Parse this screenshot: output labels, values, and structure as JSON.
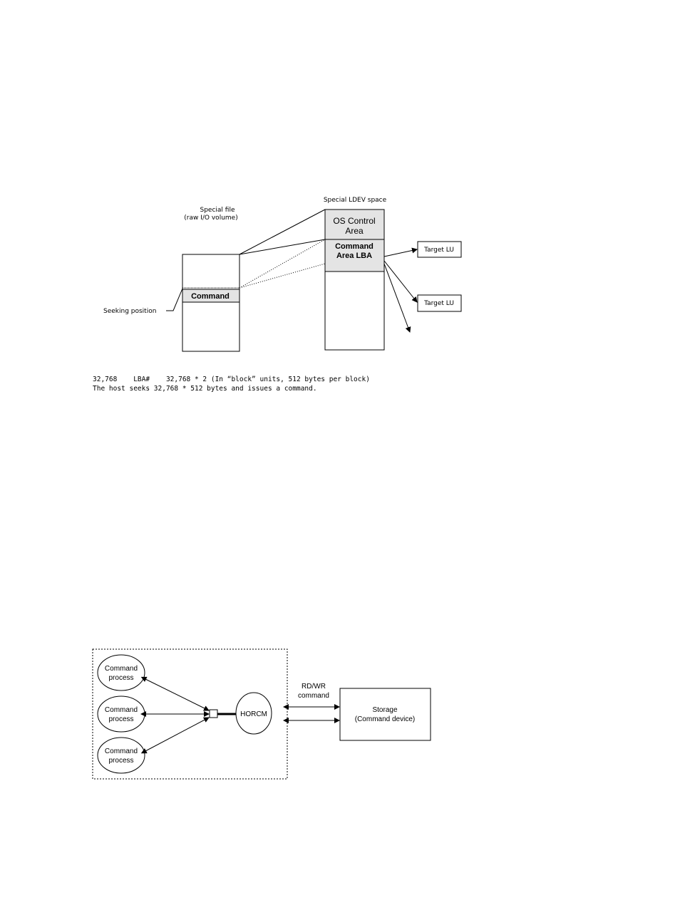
{
  "diagram1": {
    "special_file_label_line1": "Special file",
    "special_file_label_line2": "(raw I/O volume)",
    "special_ldev_label": "Special LDEV space",
    "os_control_line1": "OS Control",
    "os_control_line2": "Area",
    "command_area_line1": "Command",
    "command_area_line2": "Area LBA",
    "command_label": "Command",
    "seeking_position": "Seeking position",
    "target_lu_1": "Target LU",
    "target_lu_2": "Target LU",
    "caption_line1": "32,768    LBA#    32,768 * 2 (In “block” units, 512 bytes per block)",
    "caption_line2": "The host seeks 32,768 * 512 bytes and issues a command."
  },
  "diagram2": {
    "command_process_1_line1": "Command",
    "command_process_1_line2": "process",
    "command_process_2_line1": "Command",
    "command_process_2_line2": "process",
    "command_process_3_line1": "Command",
    "command_process_3_line2": "process",
    "horcm": "HORCM",
    "rdwr_line1": "RD/WR",
    "rdwr_line2": "command",
    "storage_line1": "Storage",
    "storage_line2": "(Command device)"
  }
}
